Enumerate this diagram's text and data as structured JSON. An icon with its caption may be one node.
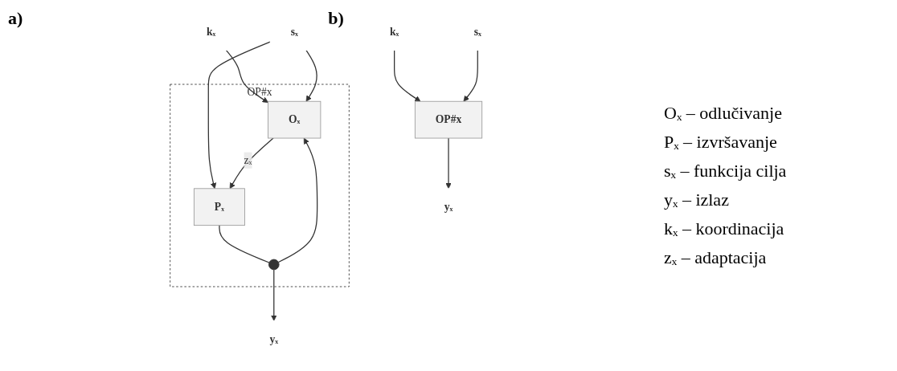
{
  "diagram": {
    "nodes": [
      {
        "text": [
          "OP#x"
        ]
      },
      {
        "text": [
          "Oₓ"
        ],
        "in": 0
      },
      {
        "text": [
          "Pₓ"
        ],
        "in": 0
      },
      {
        "text": [
          "kₓ"
        ]
      },
      {
        "text": [
          "sₓ"
        ]
      },
      {
        "text": [
          "yₓ"
        ]
      },
      {
        "text": [],
        "shape": "circle",
        "in": 0
      },
      {
        "text": [
          "OP#x"
        ]
      },
      {
        "text": [
          "kₓ"
        ]
      },
      {
        "text": [
          "sₓ"
        ]
      },
      {
        "text": [
          "yₓ"
        ]
      }
    ],
    "edges": [
      {
        "from": 3,
        "to": 1,
        "arrow": "to"
      },
      {
        "from": 4,
        "to": 2,
        "arrow": "to"
      },
      {
        "from": 4,
        "to": 1,
        "arrow": "to"
      },
      {
        "from": 1,
        "to": 2,
        "arrow": "to",
        "label": "zₓ"
      },
      {
        "from": 2,
        "to": 6,
        "arrow": "none"
      },
      {
        "from": 6,
        "to": 5,
        "arrow": "to"
      },
      {
        "from": 6,
        "to": 1,
        "arrow": "to"
      },
      {
        "from": 8,
        "to": 7,
        "arrow": "to"
      },
      {
        "from": 9,
        "to": 7,
        "arrow": "to"
      },
      {
        "from": 7,
        "to": 10,
        "arrow": "to"
      }
    ],
    "labels": [
      "a)",
      "b)",
      "Oₓ – odlučivanje",
      "Pₓ – izvršavanje",
      "sₓ – funkcija cilja",
      "yₓ – izlaz",
      "kₓ – koordinacija",
      "zₓ – adaptacija"
    ]
  }
}
